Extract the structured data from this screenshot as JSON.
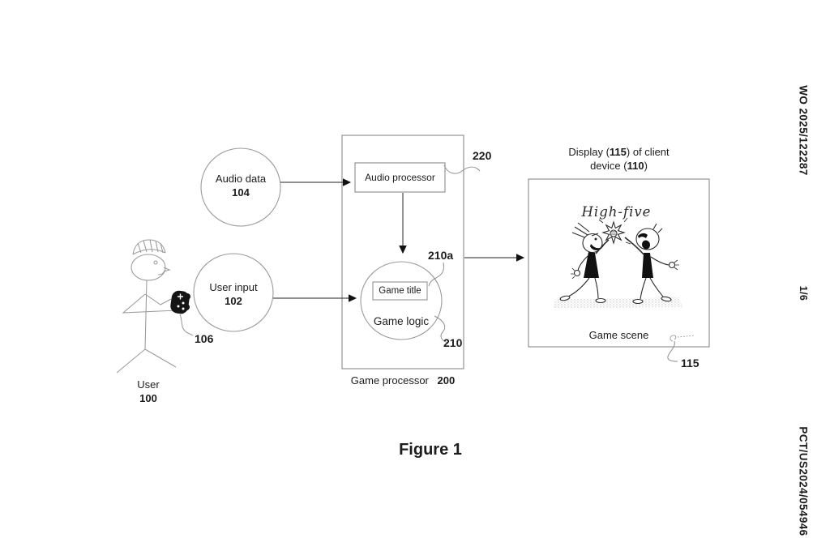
{
  "sheet": {
    "publication_number": "WO 2025/122287",
    "page_number": "1/6",
    "application_number": "PCT/US2024/054946",
    "figure_caption": "Figure 1"
  },
  "nodes": {
    "audio_data": {
      "label": "Audio data",
      "ref": "104"
    },
    "user_input": {
      "label": "User input",
      "ref": "102"
    },
    "user": {
      "label": "User",
      "ref": "100",
      "controller_ref": "106"
    },
    "audio_processor": {
      "label": "Audio processor",
      "ref": "220"
    },
    "game_title": {
      "label": "Game title",
      "ref": "210a"
    },
    "game_logic": {
      "label": "Game logic",
      "ref": "210"
    },
    "game_processor": {
      "label": "Game processor",
      "ref": "200"
    },
    "display": {
      "header": {
        "pre1": "Display (",
        "ref1": "115",
        "post1": ") of client",
        "pre2": "device (",
        "ref2": "110",
        "post2": ")"
      },
      "scene_title": "High-five",
      "scene_label": "Game scene",
      "ref": "115"
    }
  },
  "colors": {
    "box_line": "#8a8a8a",
    "sketch_line": "#9a9a9a",
    "figure_ink": "#2b2b2b",
    "arrow_line": "#4d4d4d",
    "text_ink": "#1c1c1c"
  }
}
